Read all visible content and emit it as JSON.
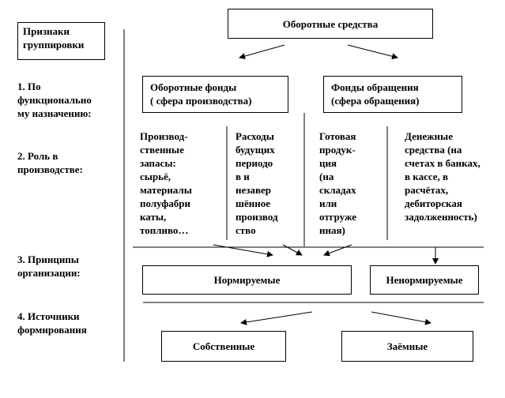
{
  "sidebar": {
    "header": "Признаки\nгруппировки",
    "level_1": "1. По\nфункционально\nму назначению:",
    "level_2": "2. Роль в\nпроизводстве:",
    "level_3": "3. Принципы\nорганизации:",
    "level_4": "4. Источники\nформирования"
  },
  "top": {
    "title": "Оборотные средства"
  },
  "funds": {
    "working": "Оборотные фонды\n( сфера производства)",
    "circulation": "Фонды обращения\n(сфера обращения)"
  },
  "roles": {
    "production_stocks": "Производ-\nственные\nзапасы:\nсырьё,\nматериалы\nполуфабри\nкаты,\nтопливо…",
    "deferred_expenses": "Расходы\nбудущих\nпериодо\nв  и\nнезавер\nшённое\nпроизвод\nство",
    "finished_goods": "Готовая\nпродук-\nция\n(на\nскладах\nили\nотгруже\nнная)",
    "cash": "Денежные\nсредства (на\nсчетах в банках,\nв кассе, в\nрасчётах,\nдебиторская\nзадолженность)"
  },
  "organization": {
    "normed": "Нормируемые",
    "unnormed": "Ненормируемые"
  },
  "sources": {
    "own": "Собственные",
    "borrowed": "Заёмные"
  }
}
